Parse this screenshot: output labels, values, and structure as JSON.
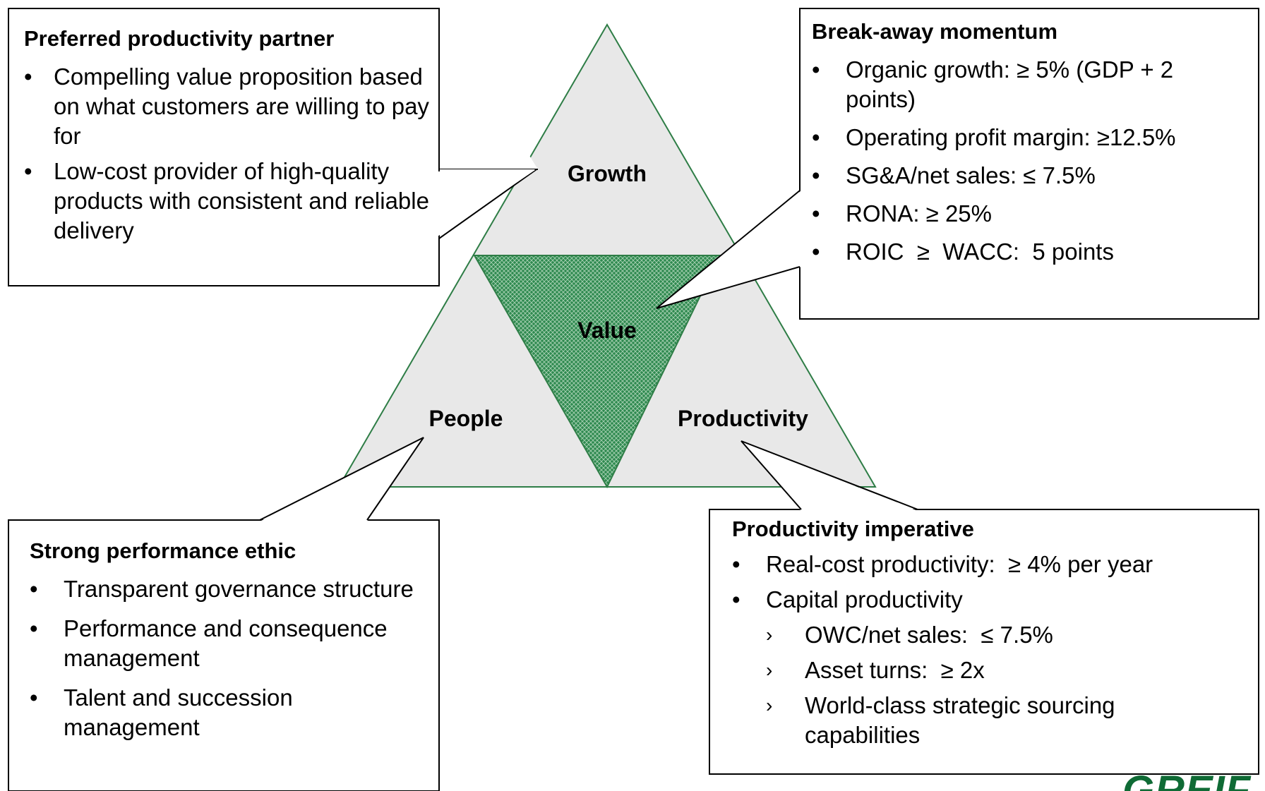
{
  "colors": {
    "triangle_fill": "#e8e8e8",
    "triangle_stroke": "#2e7d46",
    "value_fill": "#2f8a50",
    "value_hatch": "#a8d1b3",
    "brand_green": "#0f6b35"
  },
  "triangle_labels": {
    "growth": "Growth",
    "value": "Value",
    "people": "People",
    "productivity": "Productivity"
  },
  "boxes": {
    "top_left": {
      "title": "Preferred productivity partner",
      "bullets": [
        "Compelling value proposition based on what customers are willing to pay for",
        "Low-cost provider of high-quality products with consistent and reliable delivery"
      ]
    },
    "top_right": {
      "title": "Break-away momentum",
      "bullets": [
        "Organic growth: ≥ 5% (GDP + 2 points)",
        "Operating profit margin: ≥12.5%",
        "SG&A/net sales: ≤ 7.5%",
        "RONA: ≥ 25%",
        "ROIC  ≥  WACC:  5 points"
      ]
    },
    "bottom_left": {
      "title": "Strong performance ethic",
      "bullets": [
        "Transparent governance structure",
        "Performance and consequence management",
        "Talent and succession management"
      ]
    },
    "bottom_right": {
      "title": "Productivity imperative",
      "bullets": [
        "Real-cost productivity:  ≥ 4% per year",
        "Capital productivity"
      ],
      "sub_bullets": [
        "OWC/net sales:  ≤ 7.5%",
        "Asset turns:  ≥ 2x",
        "World-class strategic sourcing capabilities"
      ]
    }
  },
  "bullet_glyph": "•",
  "sub_bullet_glyph": "›",
  "logo": {
    "text": "GREIF"
  }
}
